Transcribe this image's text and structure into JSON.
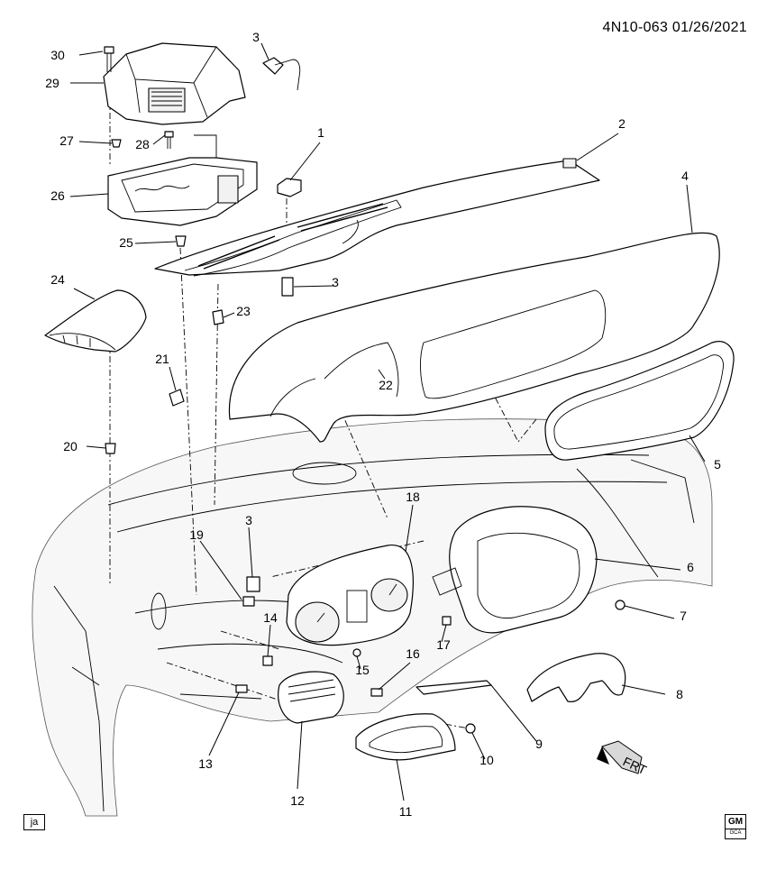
{
  "doc_id": "4N10-063  01/26/2021",
  "code_box": "ja",
  "logo": {
    "top": "GM",
    "bottom": "GCA"
  },
  "direction_label": "FRT",
  "callouts": [
    {
      "num": "1",
      "part": "part-1"
    },
    {
      "num": "2",
      "part": "part-2"
    },
    {
      "num": "3",
      "part": "part-3a"
    },
    {
      "num": "3",
      "part": "part-3b"
    },
    {
      "num": "3",
      "part": "part-3c"
    },
    {
      "num": "4",
      "part": "part-4"
    },
    {
      "num": "5",
      "part": "part-5"
    },
    {
      "num": "6",
      "part": "part-6"
    },
    {
      "num": "7",
      "part": "part-7"
    },
    {
      "num": "8",
      "part": "part-8"
    },
    {
      "num": "9",
      "part": "part-9"
    },
    {
      "num": "10",
      "part": "part-10"
    },
    {
      "num": "11",
      "part": "part-11"
    },
    {
      "num": "12",
      "part": "part-12"
    },
    {
      "num": "13",
      "part": "part-13"
    },
    {
      "num": "14",
      "part": "part-14"
    },
    {
      "num": "15",
      "part": "part-15"
    },
    {
      "num": "16",
      "part": "part-16"
    },
    {
      "num": "17",
      "part": "part-17"
    },
    {
      "num": "18",
      "part": "part-18"
    },
    {
      "num": "19",
      "part": "part-19"
    },
    {
      "num": "20",
      "part": "part-20"
    },
    {
      "num": "21",
      "part": "part-21"
    },
    {
      "num": "22",
      "part": "part-22"
    },
    {
      "num": "23",
      "part": "part-23"
    },
    {
      "num": "24",
      "part": "part-24"
    },
    {
      "num": "25",
      "part": "part-25"
    },
    {
      "num": "26",
      "part": "part-26"
    },
    {
      "num": "27",
      "part": "part-27"
    },
    {
      "num": "28",
      "part": "part-28"
    },
    {
      "num": "29",
      "part": "part-29"
    },
    {
      "num": "30",
      "part": "part-30"
    }
  ]
}
